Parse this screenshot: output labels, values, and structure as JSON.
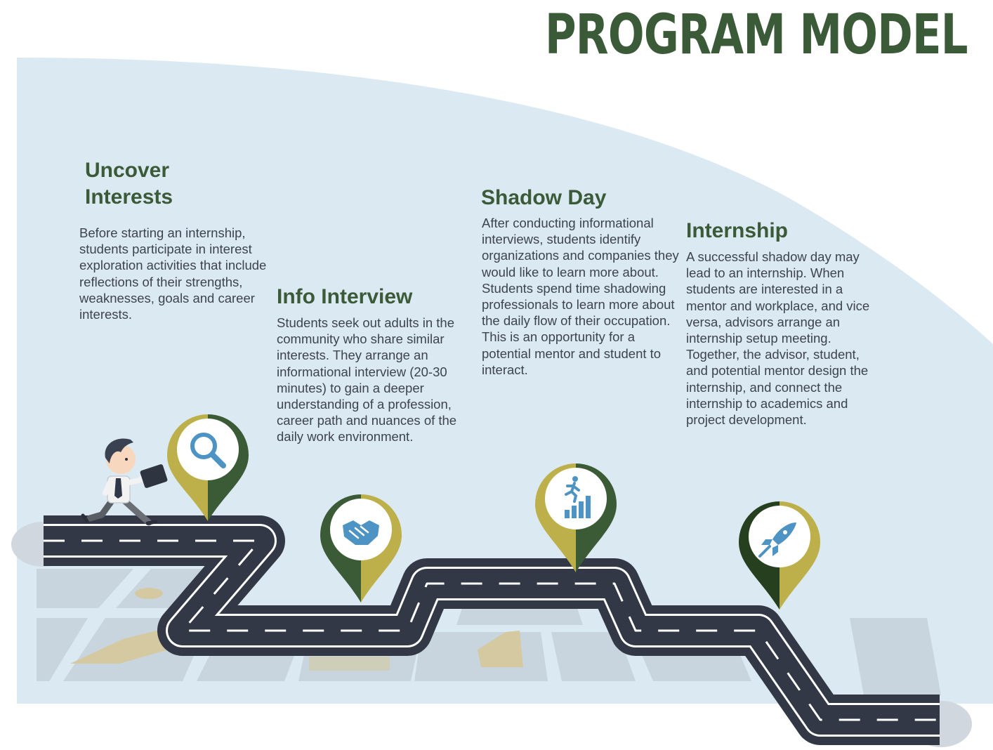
{
  "title": "PROGRAM MODEL",
  "colors": {
    "title_green": "#3a5a38",
    "background_blue": "#dbe9f2",
    "road": "#323846",
    "pin_olive": "#bdb04a",
    "pin_dark_green": "#3b5a36",
    "icon_blue": "#4d93c4"
  },
  "steps": [
    {
      "title": "Uncover Interests",
      "body": "Before starting an internship, students participate in interest exploration activities that include reflections of their strengths, weaknesses, goals and career interests.",
      "icon": "magnifying-glass-icon"
    },
    {
      "title": "Info Interview",
      "body": "Students seek out adults in the community who share similar interests. They arrange an informational interview (20-30 minutes) to gain a deeper understanding of a profession, career path and nuances of the daily work environment.",
      "icon": "handshake-icon"
    },
    {
      "title": "Shadow Day",
      "body": "After conducting informational interviews, students identify organizations and companies they would like to learn more about. Students spend time shadowing professionals to learn more about the daily flow of their occupation. This is an opportunity for a potential mentor and student to interact.",
      "icon": "running-growth-chart-icon"
    },
    {
      "title": "Internship",
      "body": "A successful shadow day may lead to an internship. When students are interested in a mentor and workplace, and vice versa, advisors arrange an internship setup meeting. Together, the advisor, student, and potential mentor design the internship, and connect the internship to academics and project development.",
      "icon": "rocket-icon"
    }
  ]
}
